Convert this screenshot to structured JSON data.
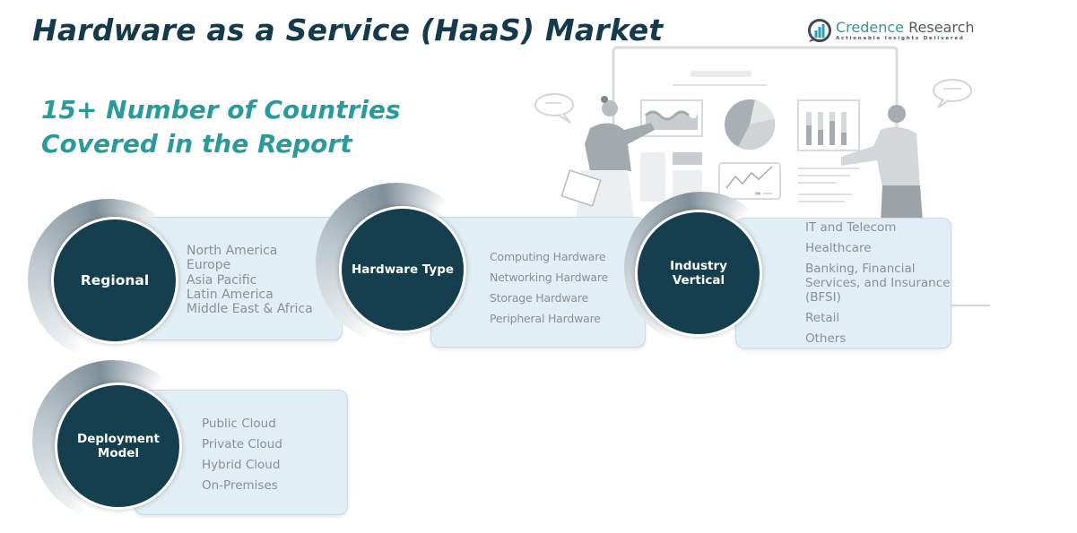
{
  "header": {
    "title": "Hardware as a Service (HaaS) Market",
    "subtitle_line1": "15+ Number of Countries",
    "subtitle_line2": "Covered in the Report"
  },
  "logo": {
    "name_part1": "Credence",
    "name_part2": " Research",
    "tagline": "Actionable Insights Delivered",
    "icon": "bar-chart-circle-icon"
  },
  "colors": {
    "title": "#153a4b",
    "subtitle": "#2a9b9c",
    "circle": "#153e4f",
    "panel": "#e1eef5",
    "item_text": "#8a8f93"
  },
  "segments": [
    {
      "label": "Regional",
      "items": [
        "North America",
        "Europe",
        "Asia Pacific",
        "Latin America",
        "Middle East & Africa"
      ]
    },
    {
      "label": "Hardware Type",
      "items": [
        "Computing Hardware",
        "Networking Hardware",
        "Storage Hardware",
        "Peripheral Hardware"
      ]
    },
    {
      "label_line1": "Industry",
      "label_line2": "Vertical",
      "items": [
        "IT and Telecom",
        "Healthcare",
        "Banking, Financial",
        "Services, and Insurance",
        "(BFSI)",
        "Retail",
        "Others"
      ]
    },
    {
      "label_line1": "Deployment",
      "label_line2": "Model",
      "items": [
        "Public Cloud",
        "Private Cloud",
        "Hybrid Cloud",
        "On-Premises"
      ]
    }
  ]
}
